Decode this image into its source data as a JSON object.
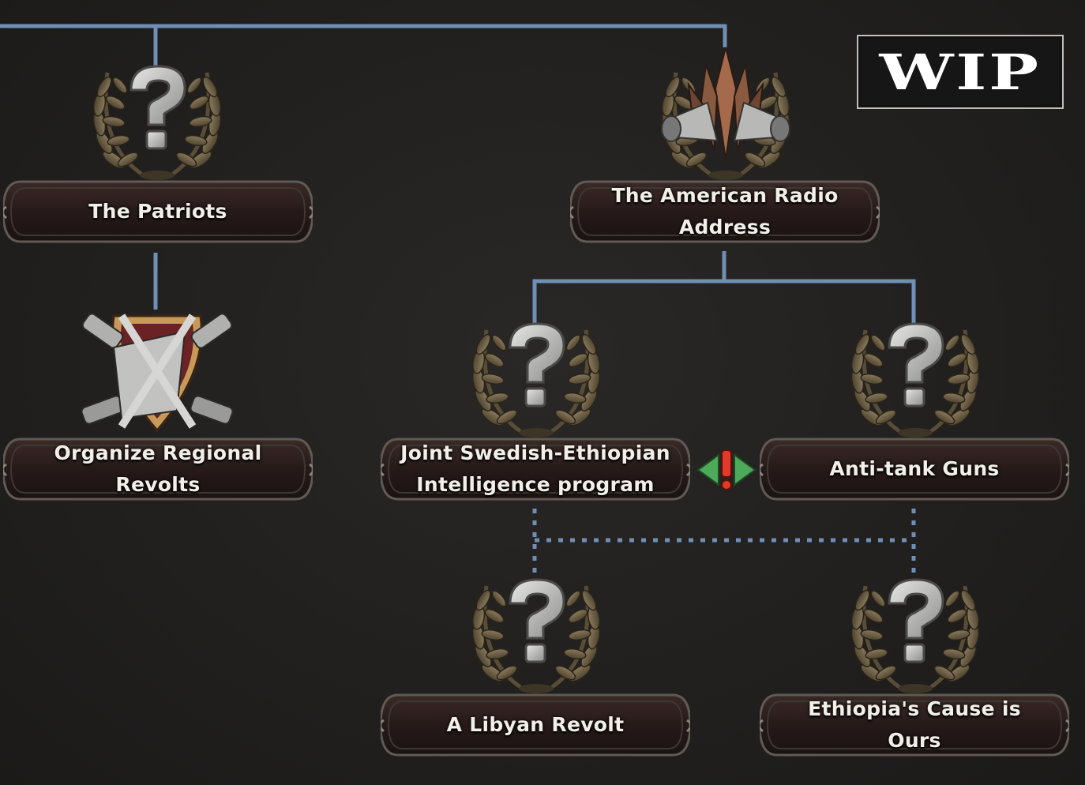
{
  "wip_label": "WIP",
  "focuses": [
    {
      "id": "patriots",
      "label": "The Patriots",
      "icon": "question-laurel-icon"
    },
    {
      "id": "radio",
      "label_lines": [
        "The American Radio",
        "Address"
      ],
      "icon": "radio-megaphones-laurel-icon"
    },
    {
      "id": "revolts",
      "label_lines": [
        "Organize Regional",
        "Revolts"
      ],
      "icon": "crossed-swords-shield-icon"
    },
    {
      "id": "joint",
      "label_lines": [
        "Joint Swedish-Ethiopian",
        "Intelligence program"
      ],
      "icon": "question-laurel-icon"
    },
    {
      "id": "antitank",
      "label": "Anti-tank Guns",
      "icon": "question-laurel-icon"
    },
    {
      "id": "libyan",
      "label": "A Libyan Revolt",
      "icon": "question-laurel-icon"
    },
    {
      "id": "cause",
      "label": "Ethiopia's Cause is Ours",
      "icon": "question-laurel-icon"
    }
  ],
  "colors": {
    "connector": "#6f8fb5",
    "banner_fill": "#2a1d1c",
    "banner_border": "#7b7770",
    "laurel": "#6e5e45",
    "question": "#c9c9c7",
    "exclusive_arrow": "#4caa5a",
    "exclusive_mark": "#e03a2a"
  },
  "exclusive_icon": "mutually-exclusive-icon"
}
